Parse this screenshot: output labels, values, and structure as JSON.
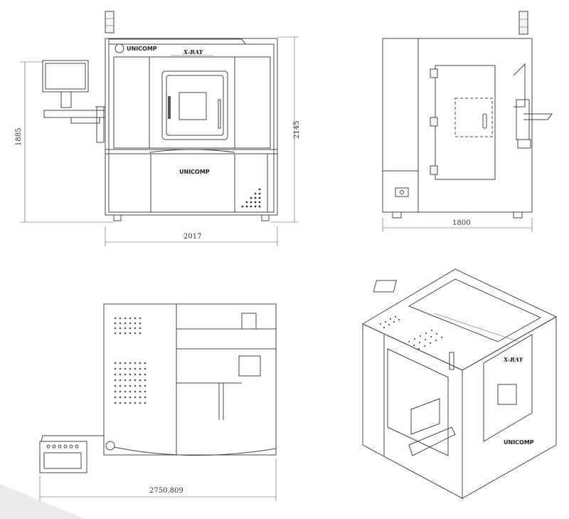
{
  "labels": {
    "brand": "UNICOMP",
    "window_label": "X-RAY"
  },
  "dimensions": {
    "front_height": "1885",
    "overall_height": "2145",
    "front_width": "2017",
    "side_width": "1800",
    "top_width": "2750.809"
  },
  "colors": {
    "line": "#444444",
    "background": "#ffffff",
    "corner_shade": "#ebebeb"
  }
}
